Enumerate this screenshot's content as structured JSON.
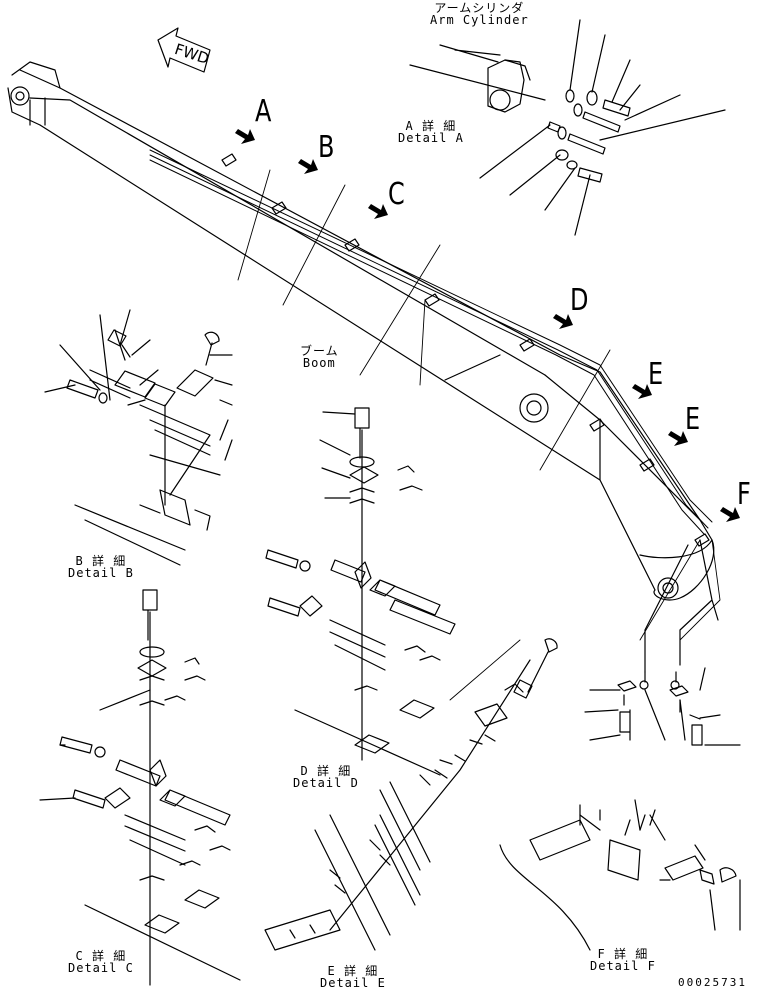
{
  "direction": {
    "label": "FWD"
  },
  "arm_cylinder": {
    "jp": "アームシリンダ",
    "en": "Arm Cylinder"
  },
  "boom": {
    "jp": "ブーム",
    "en": "Boom"
  },
  "detail_letters": [
    "A",
    "B",
    "C",
    "D",
    "E",
    "E",
    "F"
  ],
  "details": {
    "a": {
      "jp": "A 詳 細",
      "en": "Detail A"
    },
    "b": {
      "jp": "B 詳 細",
      "en": "Detail B"
    },
    "c": {
      "jp": "C 詳 細",
      "en": "Detail C"
    },
    "d": {
      "jp": "D 詳 細",
      "en": "Detail D"
    },
    "e": {
      "jp": "E 詳 細",
      "en": "Detail E"
    },
    "f": {
      "jp": "F 詳 細",
      "en": "Detail F"
    }
  },
  "document_number": "00025731"
}
